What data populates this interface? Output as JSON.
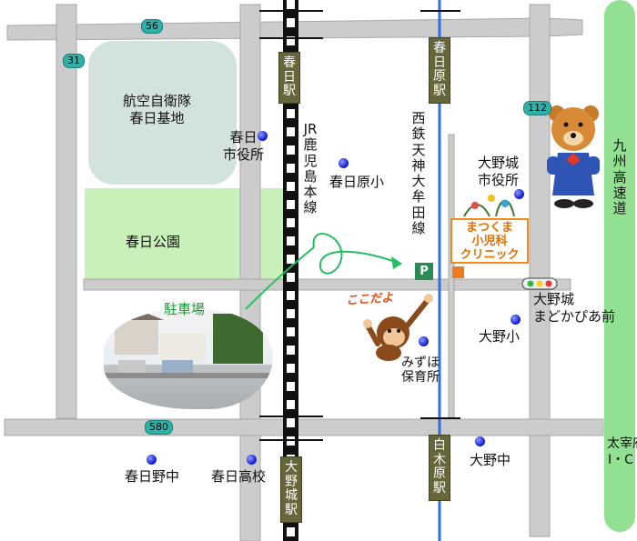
{
  "map": {
    "routes": [
      "56",
      "31",
      "112",
      "580"
    ],
    "stations": {
      "kasuga": "春日駅",
      "kasugabaru": "春日原駅",
      "onojo": "大野城駅",
      "shirakibaru": "白木原駅"
    },
    "railway_labels": {
      "jr": "JR鹿児島本線",
      "nishitetsu": "西鉄天神大牟田線"
    },
    "areas": {
      "airbase": "航空自衛隊\n春日基地",
      "park": "春日公園",
      "parking_lot": "駐車場"
    },
    "places": {
      "kasuga_city_hall": "春日\n市役所",
      "kasugabaru_elem": "春日原小",
      "onojo_city_hall": "大野城\n市役所",
      "onojo_madokapia": "大野城\nまどかぴあ前",
      "ono_elem": "大野小",
      "ono_middle": "大野中",
      "hoikujo": "みずほ\n保育所",
      "kasuga_no_middle": "春日野中",
      "kasuga_high": "春日高校"
    },
    "clinic": {
      "line1": "まつくま",
      "line2": "小児科",
      "line3": "クリニック"
    },
    "parking_marker": "P",
    "here_text": "ここだよ",
    "expressway": "九州高速道",
    "dazaifu_ic": "太宰府\nI・C",
    "colors": {
      "road": "#cccccc",
      "airbase": "#d2e3dd",
      "park": "#c8f0b8",
      "expressway": "#92e092",
      "nishitetsu": "#2f6fe0",
      "clinic_orange": "#f28a1a",
      "route_arrow": "#22c060"
    },
    "icons": {
      "school": "blue-dot-icon",
      "bear": "bear-mascot-icon",
      "monkey": "monkey-mascot-icon",
      "signal": "traffic-signal-icon"
    }
  }
}
